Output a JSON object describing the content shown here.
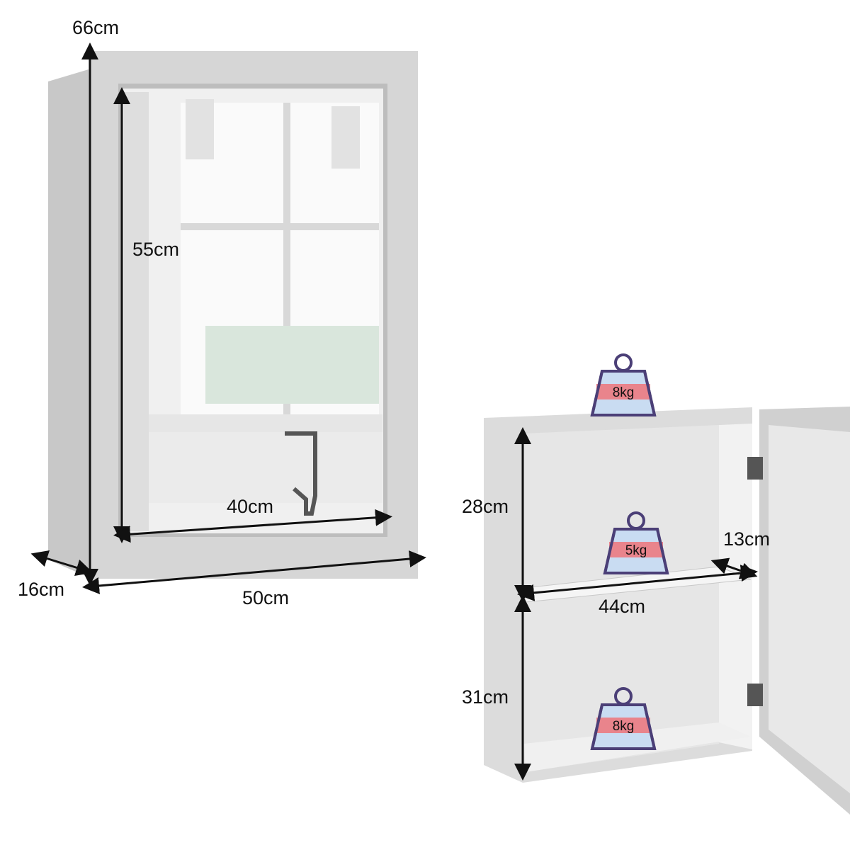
{
  "colors": {
    "cabinet": "#d4d4d4",
    "frame": "#cfcfcf",
    "mirror": "#eeeeee",
    "interior": "#e0e0e0",
    "weight_body": "#c9dcf2",
    "weight_band": "#e9848c",
    "weight_outline": "#4b3f77",
    "dimension_line": "#111111"
  },
  "mirror_cabinet": {
    "height_label": "66cm",
    "mirror_height_label": "55cm",
    "mirror_width_label": "40cm",
    "depth_label": "16cm",
    "width_label": "50cm"
  },
  "open_cabinet": {
    "top_weight_label": "8kg",
    "upper_height_label": "28cm",
    "shelf_weight_label": "5kg",
    "shelf_depth_label": "13cm",
    "inner_width_label": "44cm",
    "lower_height_label": "31cm",
    "bottom_weight_label": "8kg"
  }
}
